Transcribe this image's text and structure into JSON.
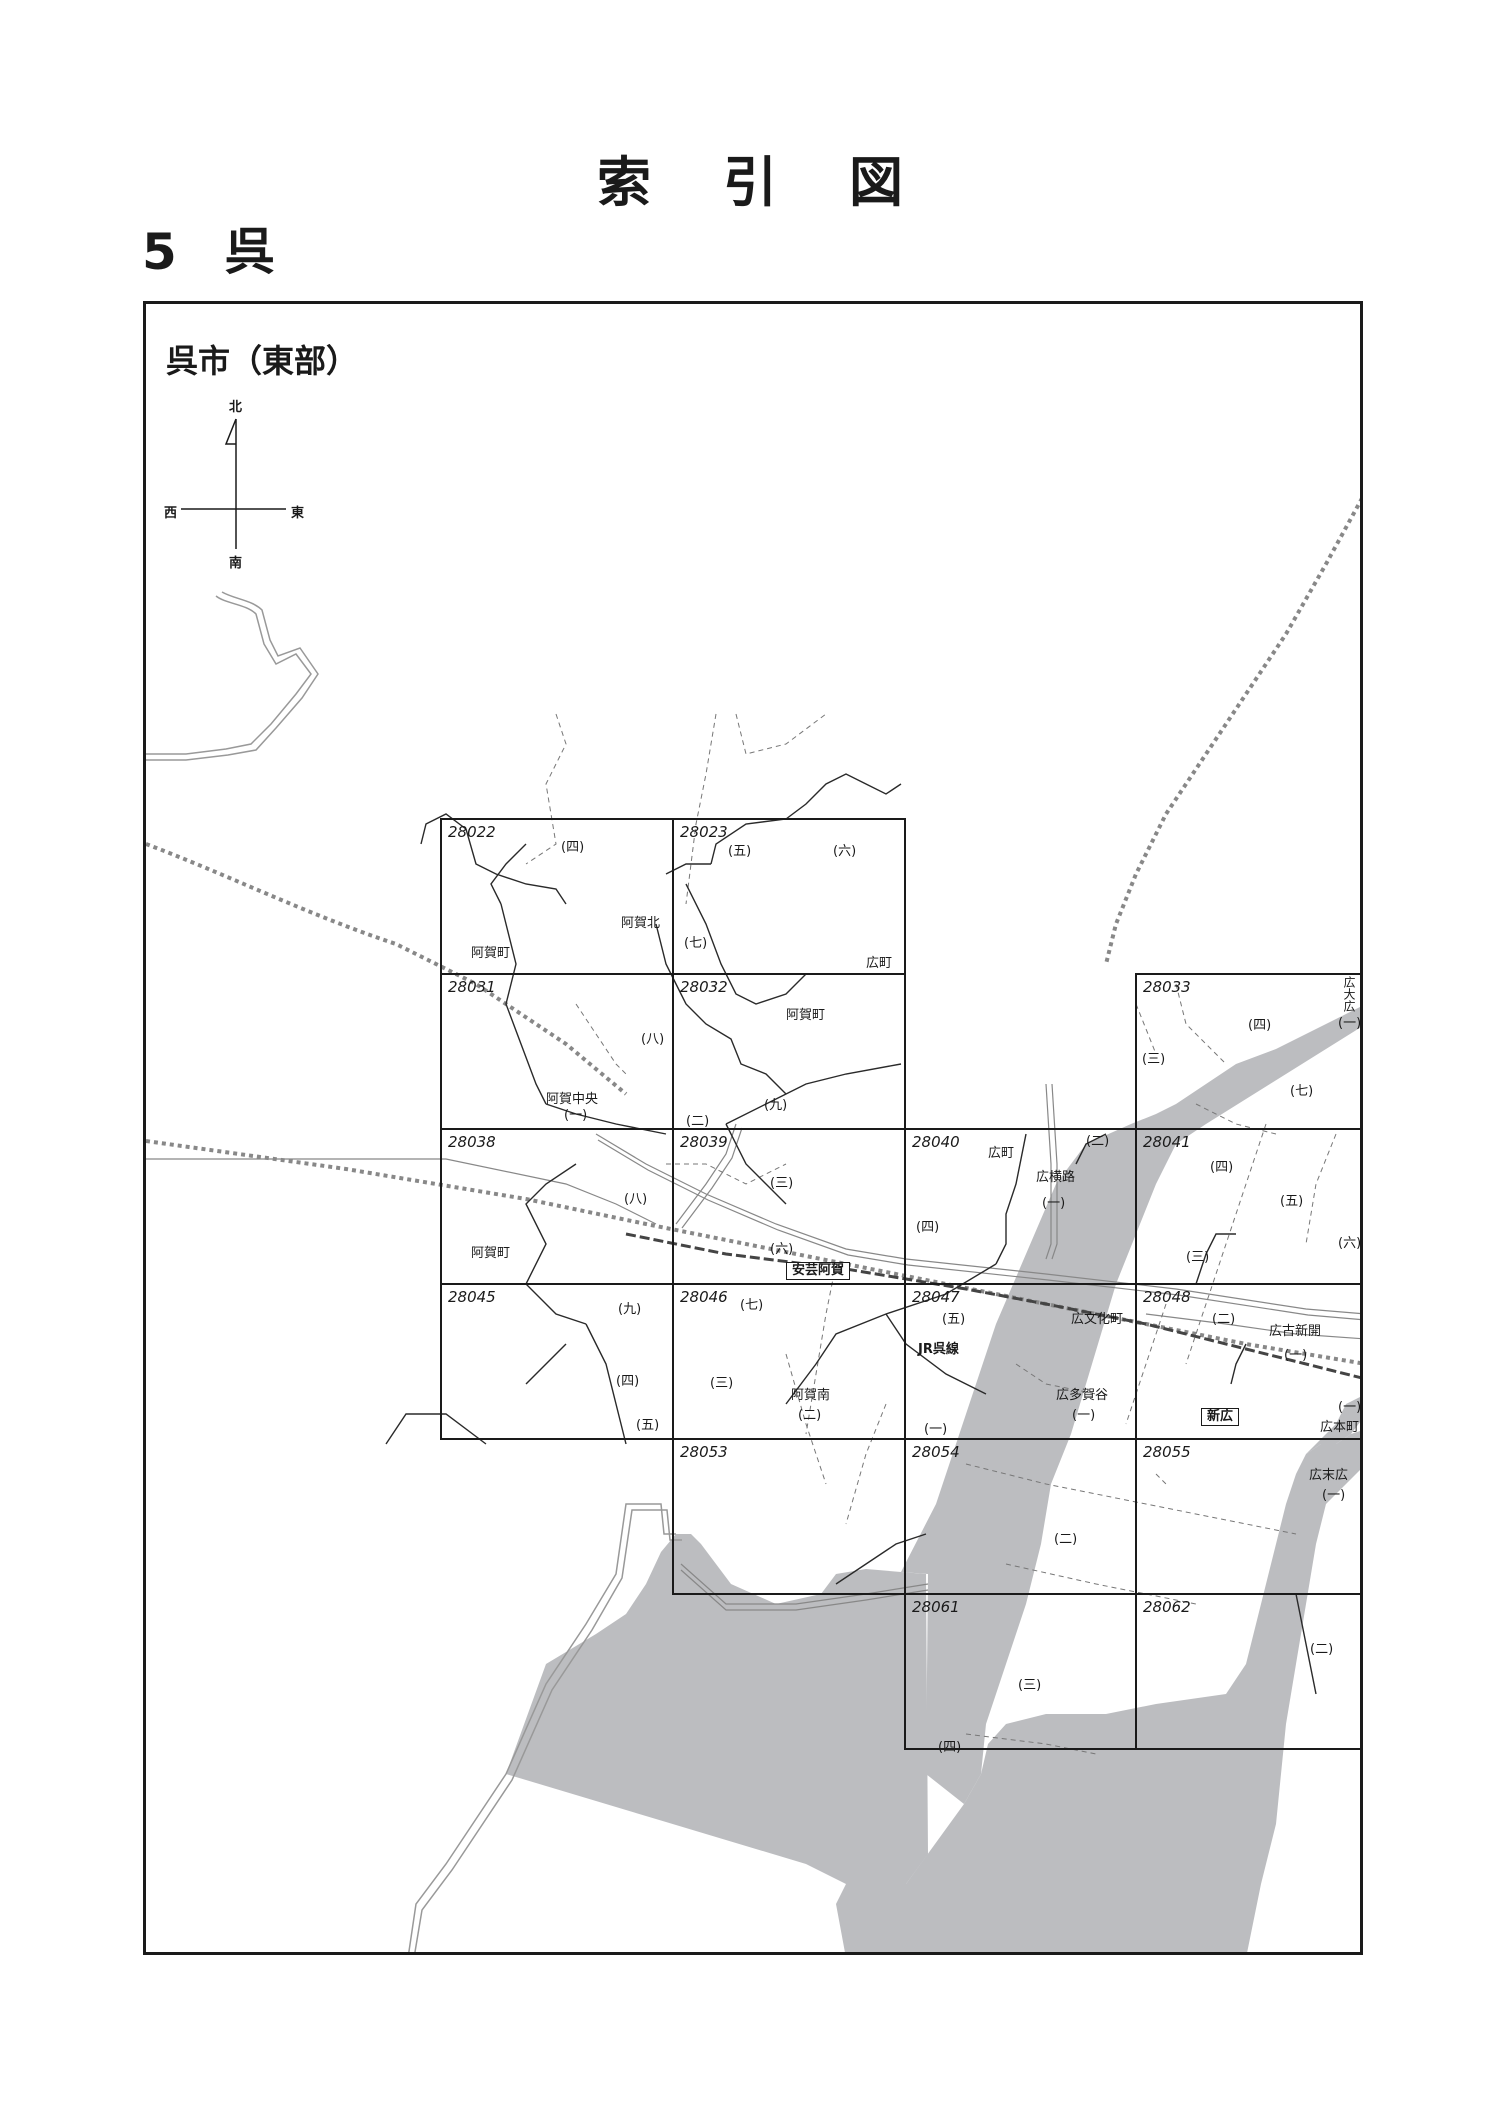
{
  "page": {
    "title": "索引図",
    "section_number": "5",
    "section_name": "呉"
  },
  "map": {
    "area_title": "呉市（東部）",
    "compass": {
      "north": "北",
      "south": "南",
      "east": "東",
      "west": "西"
    },
    "cells": [
      "28022",
      "28023",
      "28031",
      "28032",
      "28033",
      "28038",
      "28039",
      "28040",
      "28041",
      "28045",
      "28046",
      "28047",
      "28048",
      "28053",
      "28054",
      "28055",
      "28061",
      "28062"
    ],
    "places": {
      "agamachi_1": "阿賀町",
      "agakita": "阿賀北",
      "hiromachi_1": "広町",
      "agamachi_2": "阿賀町",
      "agachuo": "阿賀中央",
      "agachuo_n": "(一)",
      "agamachi_3": "阿賀町",
      "hiromachi_2": "広町",
      "hiroyokoji": "広横路",
      "hiroyokoji_n": "(一)",
      "hirobunkacho": "広文化町",
      "hirokoshinkai": "広古新開",
      "hirokoshinkai_n": "(一)",
      "aganan": "阿賀南",
      "aganan_n": "(二)",
      "hirotagaya": "広多賀谷",
      "hirotagaya_n": "(一)",
      "hirohonmachi": "広本町",
      "hirosuehiro": "広末広",
      "hirosuehiro_n": "(一)",
      "hirooohiro": "広大広",
      "hirooohiro_n": "(一)",
      "n_c22_4": "(四)",
      "n_c23_5": "(五)",
      "n_c23_6": "(六)",
      "n_c23_7": "(七)",
      "n_c32_8": "(八)",
      "n_c32_9": "(九)",
      "n_c32_2": "(二)",
      "n_c33_4": "(四)",
      "n_c33_3": "(三)",
      "n_c33_7": "(七)",
      "n_c38_8": "(八)",
      "n_c39_3": "(三)",
      "n_c39_6": "(六)",
      "n_c40_2": "(二)",
      "n_c40_4": "(四)",
      "n_c41_4": "(四)",
      "n_c41_5": "(五)",
      "n_c41_6": "(六)",
      "n_c41_3": "(三)",
      "n_c45_9": "(九)",
      "n_c45_4": "(四)",
      "n_c45_5": "(五)",
      "n_c46_7": "(七)",
      "n_c46_3": "(三)",
      "n_c47_5": "(五)",
      "n_c47_1": "(一)",
      "n_c48_2": "(二)",
      "n_c48_1": "(一)",
      "n_c54_2": "(二)",
      "n_c61_3": "(三)",
      "n_c61_4": "(四)",
      "n_c62_2": "(二)"
    },
    "stations": {
      "aki_aga": "安芸阿賀",
      "shinhiro": "新広"
    },
    "rail_line": "JR呉線",
    "colors": {
      "sea": "#bcbdc0",
      "grid": "#1a1a1a",
      "boundary": "#777777"
    }
  }
}
